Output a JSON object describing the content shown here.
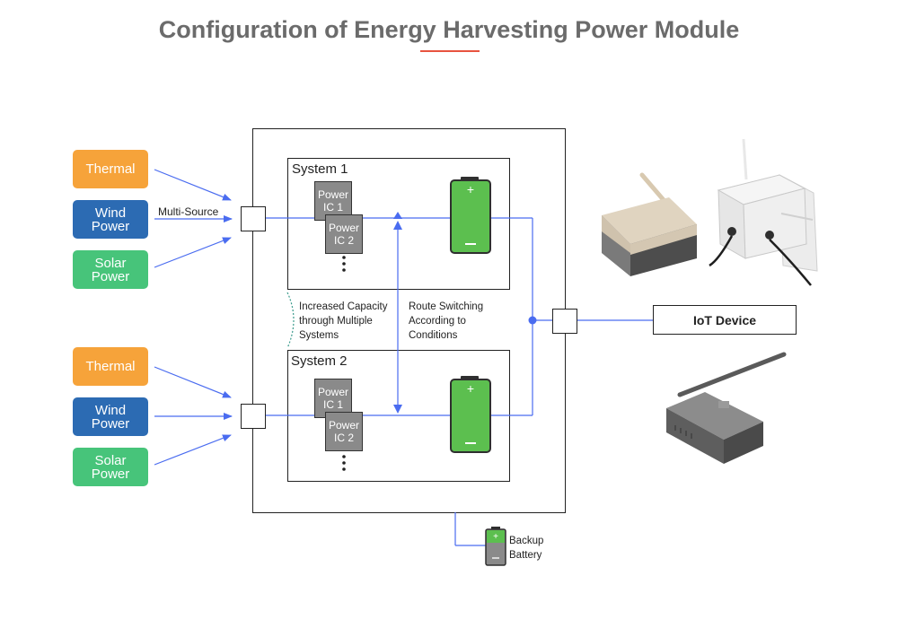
{
  "title": "Configuration of Energy Harvesting Power Module",
  "sources_top": {
    "thermal": "Thermal",
    "wind": "Wind\nPower",
    "solar": "Solar\nPower"
  },
  "sources_bottom": {
    "thermal": "Thermal",
    "wind": "Wind\nPower",
    "solar": "Solar\nPower"
  },
  "multi_source_label": "Multi-Source",
  "system1": {
    "label": "System 1",
    "ic1": "Power\nIC 1",
    "ic2": "Power\nIC 2"
  },
  "system2": {
    "label": "System 2",
    "ic1": "Power\nIC 1",
    "ic2": "Power\nIC 2"
  },
  "annotations": {
    "capacity": "Increased Capacity\nthrough Multiple\nSystems",
    "routing": "Route Switching\nAccording to\nConditions"
  },
  "iot_device": "IoT Device",
  "backup_battery": "Backup\nBattery",
  "colors": {
    "thermal": "#f6a33a",
    "wind": "#2c6bb3",
    "solar": "#47c47a",
    "arrow": "#4a6cf0",
    "battery": "#5cbf4f",
    "title_underline": "#e8533f"
  }
}
